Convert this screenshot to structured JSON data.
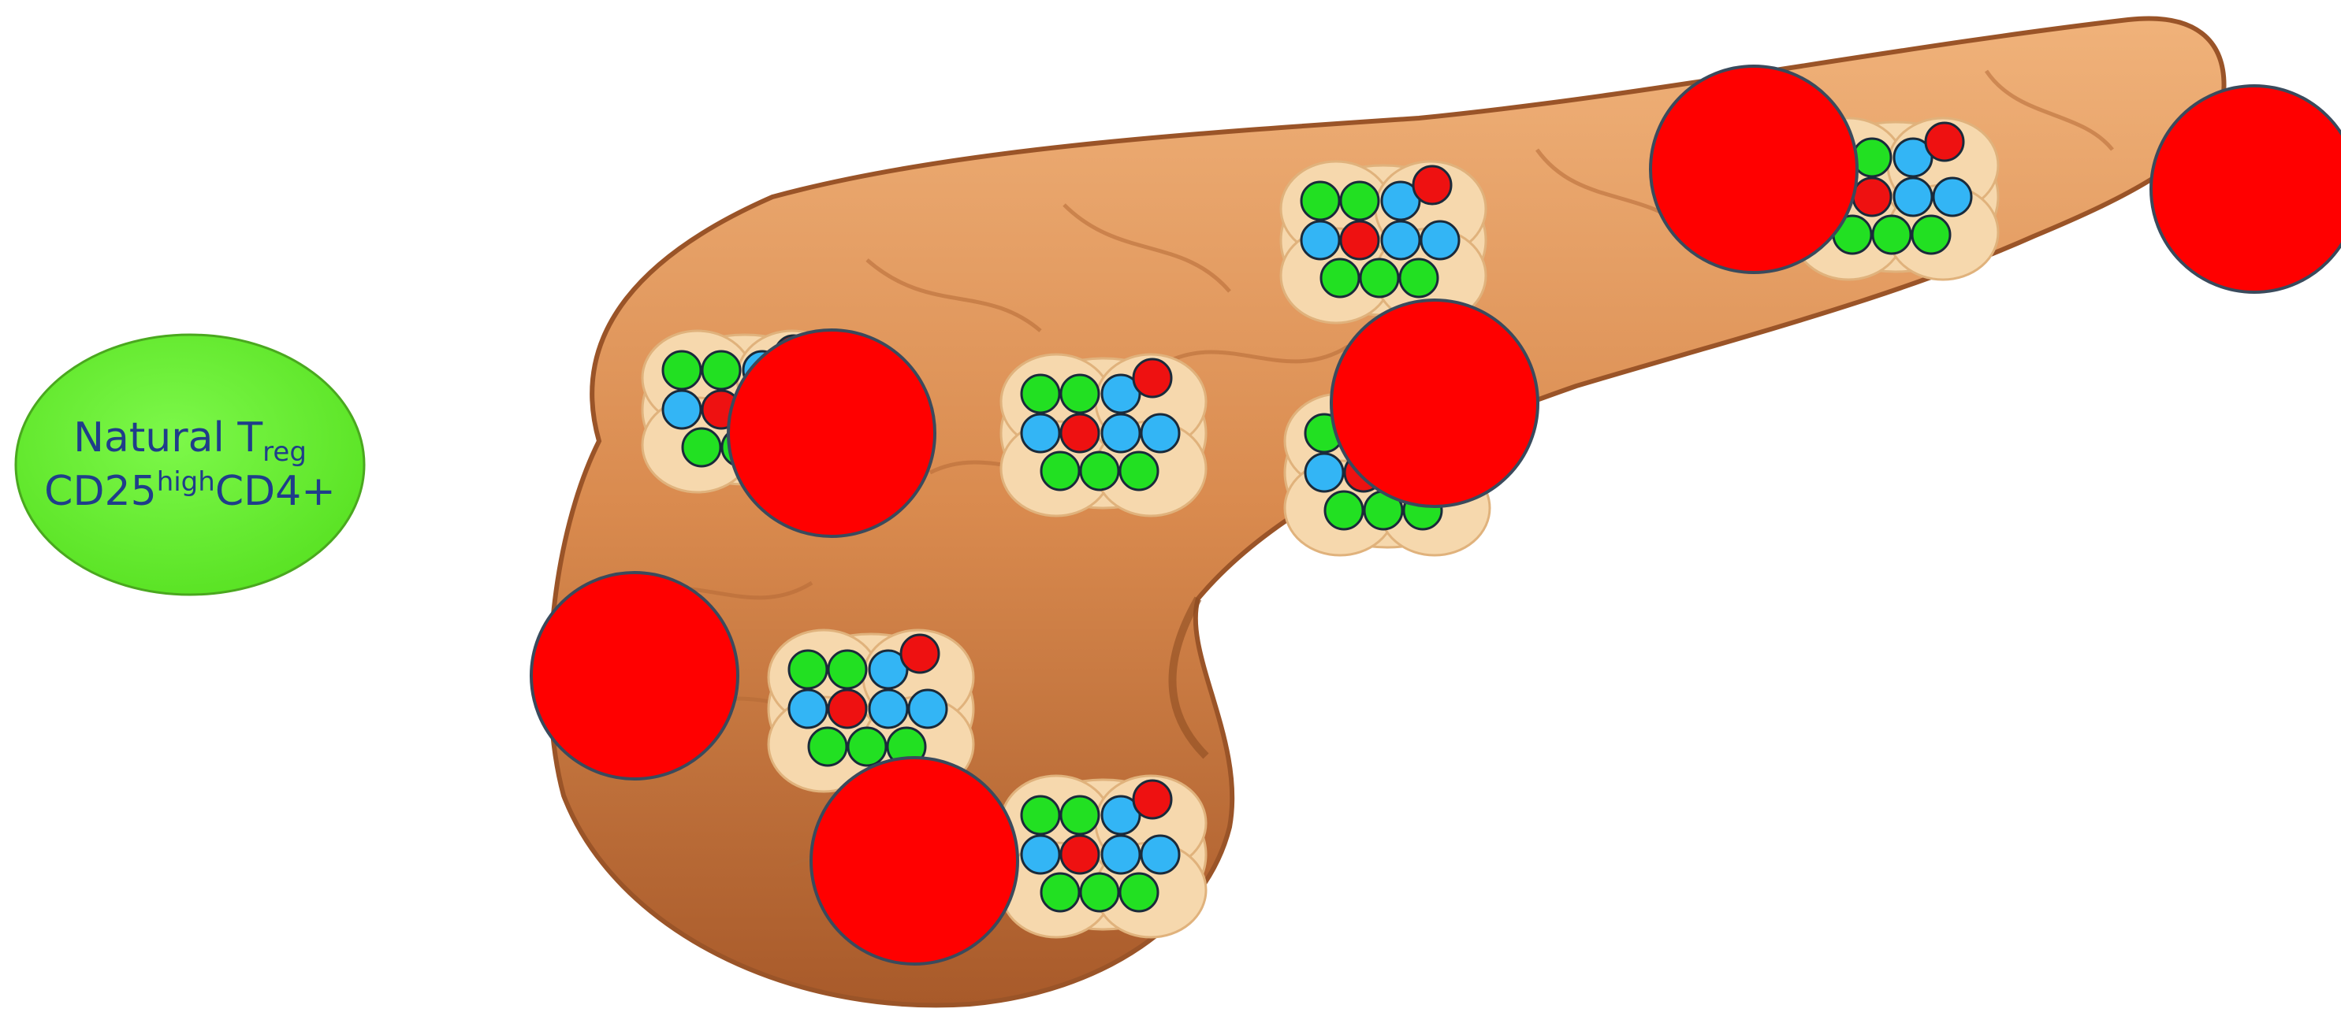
{
  "cell_label": {
    "line1_main": "Natural T",
    "line1_sub": "reg",
    "line2_prefix": "CD25",
    "line2_sup": "high",
    "line2_suffix": "CD4+"
  },
  "colors": {
    "background": "#ffffff",
    "treg_cell_fill": "#6ef23a",
    "treg_cell_stroke": "#4aa81f",
    "label_text": "#1f3d8a",
    "pancreas": "#d98a4e",
    "pancreas_light": "#f0b27a",
    "pancreas_dark": "#a85a2a",
    "islet_halo": "#f6d8ad",
    "beta_cell": "#22e022",
    "alpha_cell": "#33b5f5",
    "delta_cell": "#ee1111",
    "immune_cell_fill": "#ff0000",
    "immune_cell_stroke": "#3a4a5c"
  },
  "icons": [
    "pancreas-organ",
    "pancreatic-islet",
    "immune-cell",
    "treg-cell"
  ]
}
